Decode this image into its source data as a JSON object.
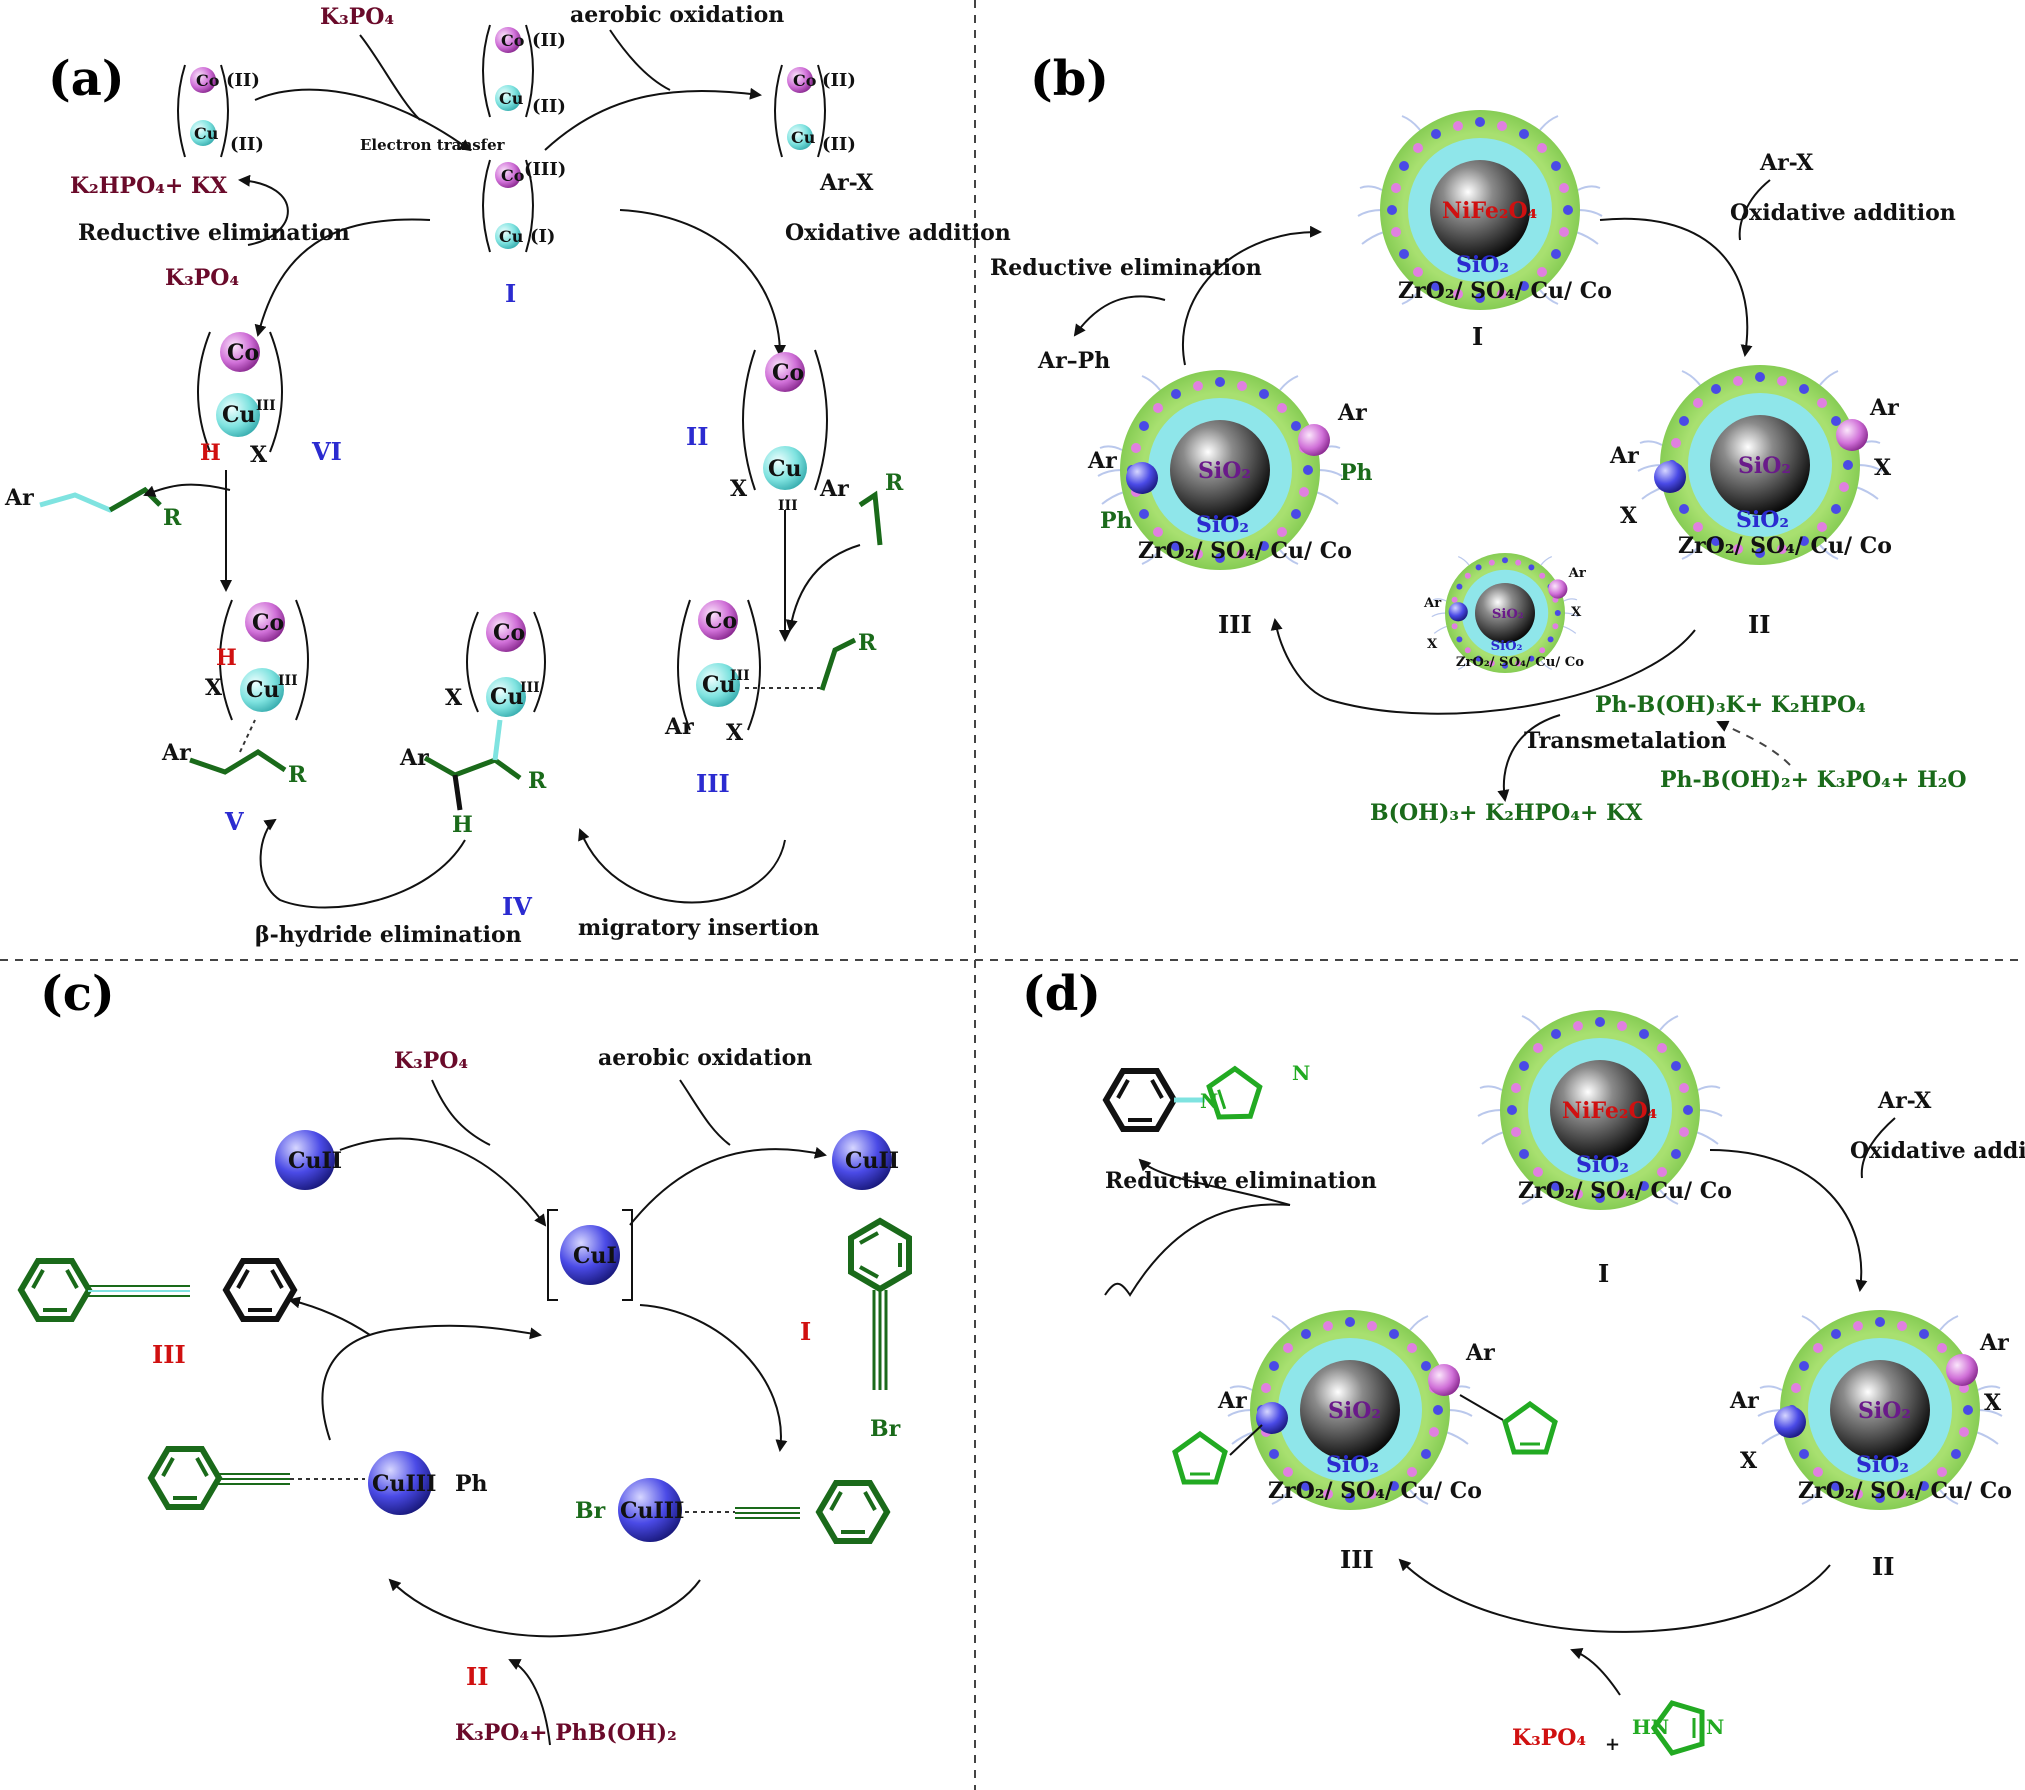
{
  "panels": {
    "a": {
      "label": "(a)",
      "k3po4_top": "K₃PO₄",
      "aerobic": "aerobic oxidation",
      "electron_transfer": "Electron transfer",
      "k2hpo4_kx": "K₂HPO₄+ KX",
      "reductive_elim": "Reductive elimination",
      "k3po4_left": "K₃PO₄",
      "ar_x": "Ar-X",
      "oxidative_add": "Oxidative addition",
      "beta_hydride": "β-hydride elimination",
      "migratory": "migratory insertion",
      "ox_II": "(II)",
      "ox_III": "(III)",
      "ox_I": "(I)",
      "roman": {
        "I": "I",
        "II": "II",
        "III": "III",
        "IV": "IV",
        "V": "V",
        "VI": "VI"
      },
      "co": "Co",
      "cu": "Cu",
      "cuIII": "III",
      "ar": "Ar",
      "r": "R",
      "x": "X",
      "h": "H"
    },
    "b": {
      "label": "(b)",
      "ar_x": "Ar-X",
      "oxidative_add": "Oxidative addition",
      "reductive_elim": "Reductive elimination",
      "ar_ph": "Ar–Ph",
      "core_top": "NiFe₂O₄",
      "sio2": "SiO₂",
      "shell": "ZrO₂/ SO₄/ Cu/ Co",
      "ph_boh3k": "Ph-B(OH)₃K+ K₂HPO₄",
      "transmetalation": "Transmetalation",
      "boh3": "B(OH)₃+ K₂HPO₄+ KX",
      "ph_boh2": "Ph-B(OH)₂+ K₃PO₄+ H₂O",
      "roman": {
        "I": "I",
        "II": "II",
        "III": "III"
      },
      "ar": "Ar",
      "ph": "Ph",
      "x": "X"
    },
    "c": {
      "label": "(c)",
      "k3po4": "K₃PO₄",
      "aerobic": "aerobic oxidation",
      "cuII": "CuII",
      "cuI": "CuI",
      "cuIII": "CuIII",
      "br": "Br",
      "ph": "Ph",
      "k3po4_phboh2": "K₃PO₄+ PhB(OH)₂",
      "roman": {
        "I": "I",
        "II": "II",
        "III": "III"
      }
    },
    "d": {
      "label": "(d)",
      "ar_x": "Ar-X",
      "oxidative_add": "Oxidative addition",
      "reductive_elim": "Reductive elimination",
      "core_top": "NiFe₂O₄",
      "sio2": "SiO₂",
      "shell": "ZrO₂/ SO₄/ Cu/ Co",
      "k3po4": "K₃PO₄",
      "plus": "+",
      "roman": {
        "I": "I",
        "II": "II",
        "III": "III"
      },
      "ar": "Ar",
      "x": "X",
      "n": "N",
      "hn": "HN"
    }
  },
  "colors": {
    "co_sphere": "#d070d8",
    "cu_sphere": "#7fe3e0",
    "cu_blue": "#3a3ae0",
    "green_shell": "#9fdc6a",
    "cyan_shell": "#8fe6ea",
    "core": "#222222",
    "roman_blue": "#2b2bd0",
    "roman_red": "#d01010",
    "chem_green": "#1a6a1a",
    "imidazole": "#22aa22"
  }
}
